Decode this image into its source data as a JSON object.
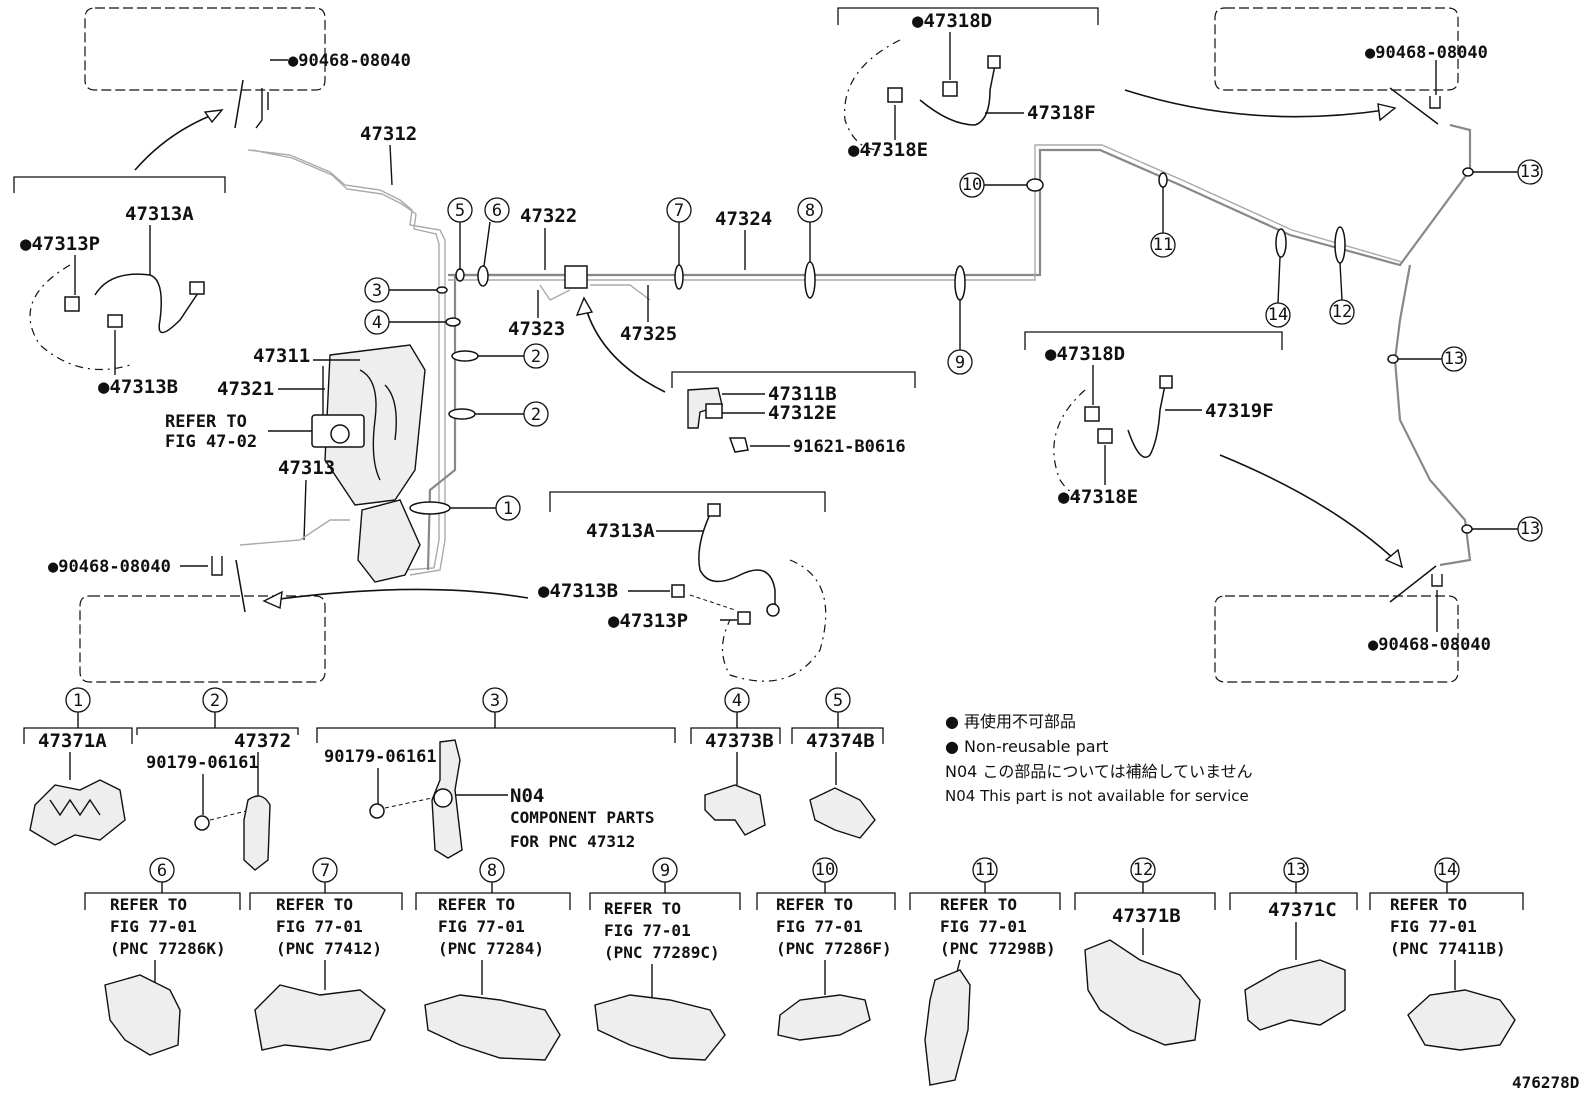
{
  "labels": {
    "p90468_tl": "●90468-08040",
    "p47312": "47312",
    "p47313A_l": "47313A",
    "p47313P_l": "●47313P",
    "p47313B_l": "●47313B",
    "p47311": "47311",
    "p47321": "47321",
    "refer_to": "REFER TO",
    "fig_4702": "FIG 47-02",
    "p47313": "47313",
    "p90468_bl": "●90468-08040",
    "p47322": "47322",
    "p47323": "47323",
    "p47325": "47325",
    "p47324": "47324",
    "p47311B": "47311B",
    "p47312E": "47312E",
    "p91621": "91621-B0616",
    "p47313A_c": "47313A",
    "p47313B_c": "●47313B",
    "p47313P_c": "●47313P",
    "p47318D_t": "●47318D",
    "p47318F": "47318F",
    "p47318E_t": "●47318E",
    "p90468_tr": "●90468-08040",
    "p47318D_m": "●47318D",
    "p47319F": "47319F",
    "p47318E_m": "●47318E",
    "p90468_br": "●90468-08040",
    "diagram_id": "476278D"
  },
  "callouts": [
    "1",
    "2",
    "3",
    "4",
    "5",
    "6",
    "7",
    "8",
    "9",
    "10",
    "11",
    "12",
    "13",
    "14"
  ],
  "legend": {
    "jp_nonreusable": "● 再使用不可部品",
    "en_nonreusable": "● Non-reusable part",
    "jp_n04": "N04 この部品については補給していません",
    "en_n04": "N04 This part is not available for service"
  },
  "bottom_row1": {
    "c1_part": "47371A",
    "c2_part": "47372",
    "c2_sub": "90179-06161",
    "c3_sub": "90179-06161",
    "c3_n04": "N04",
    "c3_comp1": "COMPONENT PARTS",
    "c3_comp2": "FOR PNC 47312",
    "c4_part": "47373B",
    "c5_part": "47374B"
  },
  "bottom_row2": {
    "c6_l1": "REFER TO",
    "c6_l2": "FIG 77-01",
    "c6_l3": "(PNC 77286K)",
    "c7_l1": "REFER TO",
    "c7_l2": "FIG 77-01",
    "c7_l3": "(PNC 77412)",
    "c8_l1": "REFER TO",
    "c8_l2": "FIG 77-01",
    "c8_l3": "(PNC 77284)",
    "c9_l1": "REFER TO",
    "c9_l2": "FIG 77-01",
    "c9_l3": "(PNC 77289C)",
    "c10_l1": "REFER TO",
    "c10_l2": "FIG 77-01",
    "c10_l3": "(PNC 77286F)",
    "c11_l1": "REFER TO",
    "c11_l2": "FIG 77-01",
    "c11_l3": "(PNC 77298B)",
    "c12_part": "47371B",
    "c13_part": "47371C",
    "c14_l1": "REFER TO",
    "c14_l2": "FIG 77-01",
    "c14_l3": "(PNC 77411B)"
  }
}
